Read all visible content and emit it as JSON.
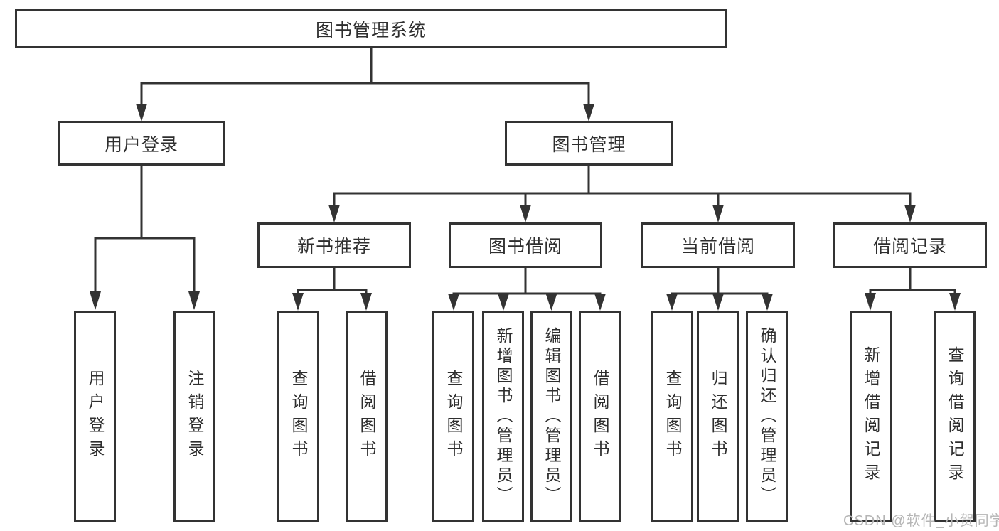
{
  "tree": {
    "label": "图书管理系统",
    "children": [
      {
        "label": "用户登录",
        "children": [
          {
            "label": "用户登录"
          },
          {
            "label": "注销登录"
          }
        ]
      },
      {
        "label": "图书管理",
        "children": [
          {
            "label": "新书推荐",
            "children": [
              {
                "label": "查询图书"
              },
              {
                "label": "借阅图书"
              }
            ]
          },
          {
            "label": "图书借阅",
            "children": [
              {
                "label": "查询图书"
              },
              {
                "label": "新增图书（管理员）"
              },
              {
                "label": "编辑图书（管理员）"
              },
              {
                "label": "借阅图书"
              }
            ]
          },
          {
            "label": "当前借阅",
            "children": [
              {
                "label": "查询图书"
              },
              {
                "label": "归还图书"
              },
              {
                "label": "确认归还（管理员）"
              }
            ]
          },
          {
            "label": "借阅记录",
            "children": [
              {
                "label": "新增借阅记录"
              },
              {
                "label": "查询借阅记录"
              }
            ]
          }
        ]
      }
    ]
  },
  "watermark": {
    "text": "CSDN @软件_小贺同学"
  },
  "colors": {
    "line": "#333333",
    "text": "#2e2e2e",
    "watermark": "#b5b5b5",
    "background": "#ffffff"
  }
}
